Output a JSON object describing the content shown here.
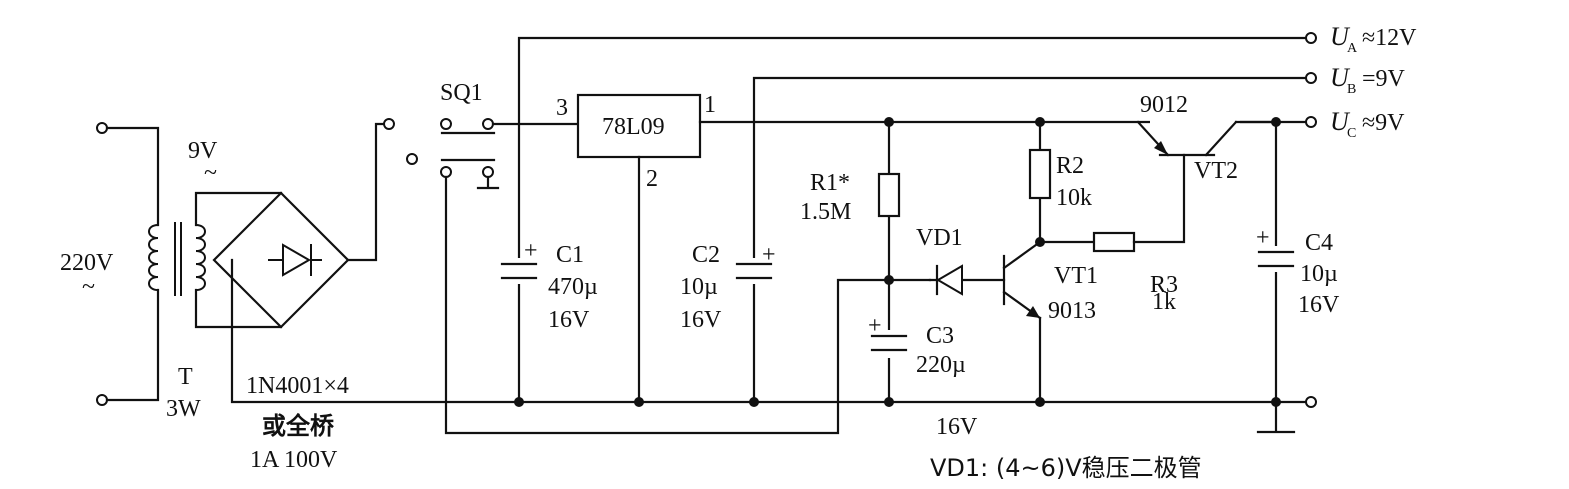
{
  "input_voltage": "220V",
  "tilde": "~",
  "transformer": {
    "secondary": "9V",
    "ref": "T",
    "power": "3W"
  },
  "bridge": {
    "diodes": "1N4001×4",
    "alt": "或全桥",
    "rating": "1A 100V"
  },
  "switch": {
    "ref": "SQ1"
  },
  "regulator": {
    "name": "78L09",
    "pin1": "1",
    "pin2": "2",
    "pin3": "3"
  },
  "c1": {
    "ref": "C1",
    "value": "470µ",
    "voltage": "16V"
  },
  "c2": {
    "ref": "C2",
    "value": "10µ",
    "voltage": "16V"
  },
  "c3": {
    "ref": "C3",
    "value": "220µ",
    "voltage": "16V"
  },
  "c4": {
    "ref": "C4",
    "value": "10µ",
    "voltage": "16V"
  },
  "r1": {
    "ref": "R1*",
    "value": "1.5M"
  },
  "r2": {
    "ref": "R2",
    "value": "10k"
  },
  "r3": {
    "ref": "R3",
    "value": "1k"
  },
  "vd1": {
    "ref": "VD1",
    "note": "VD1: (4~6)V稳压二极管"
  },
  "vt1": {
    "ref": "VT1",
    "part": "9013"
  },
  "vt2": {
    "ref": "VT2",
    "part": "9012"
  },
  "plus": "+",
  "outputs": {
    "ua": {
      "symbol": "U",
      "sub": "A",
      "value": "≈12V"
    },
    "ub": {
      "symbol": "U",
      "sub": "B",
      "value": "=9V"
    },
    "uc": {
      "symbol": "U",
      "sub": "C",
      "value": "≈9V"
    }
  }
}
